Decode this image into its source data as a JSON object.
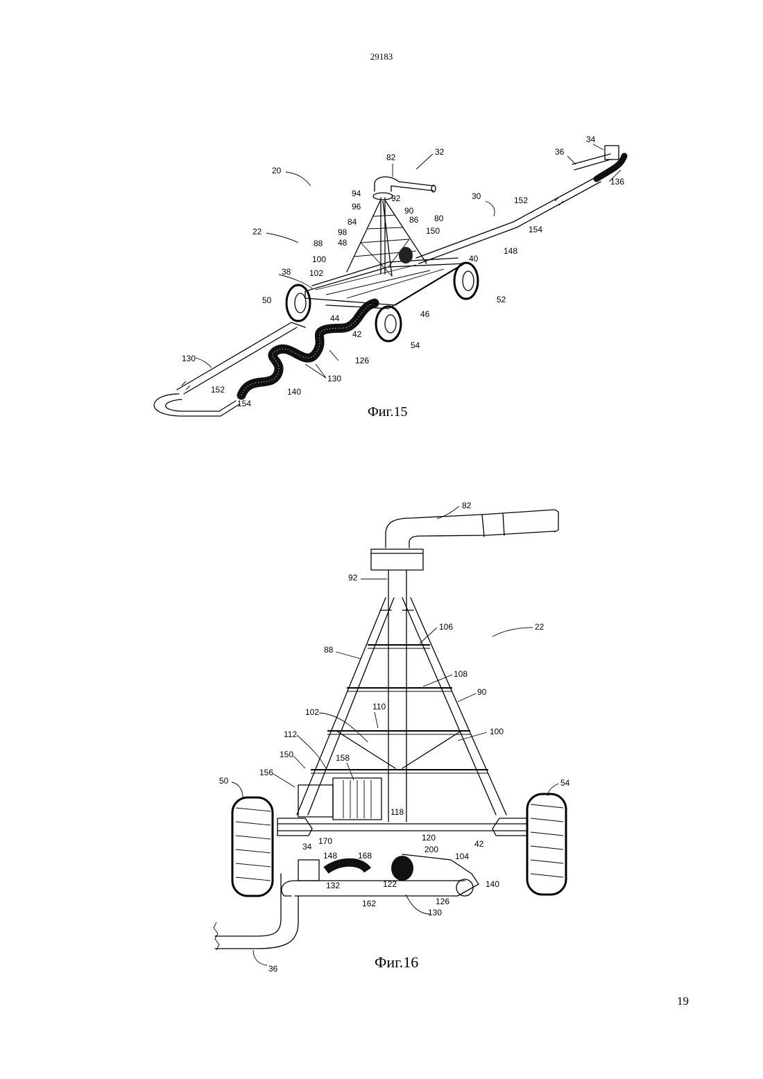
{
  "document": {
    "number": "29183",
    "page": "19"
  },
  "fig15": {
    "caption": "Фиг.15",
    "labels": [
      "20",
      "22",
      "82",
      "32",
      "94",
      "92",
      "96",
      "90",
      "84",
      "86",
      "80",
      "98",
      "150",
      "48",
      "88",
      "100",
      "102",
      "38",
      "40",
      "50",
      "52",
      "46",
      "44",
      "42",
      "54",
      "126",
      "130",
      "130",
      "152",
      "154",
      "140",
      "30",
      "152",
      "154",
      "148",
      "36",
      "34",
      "136"
    ]
  },
  "fig16": {
    "caption": "Фиг.16",
    "labels": [
      "82",
      "92",
      "106",
      "22",
      "88",
      "108",
      "90",
      "110",
      "102",
      "100",
      "112",
      "150",
      "158",
      "156",
      "50",
      "54",
      "118",
      "170",
      "34",
      "148",
      "168",
      "120",
      "200",
      "104",
      "42",
      "132",
      "122",
      "140",
      "162",
      "126",
      "130",
      "36"
    ]
  }
}
